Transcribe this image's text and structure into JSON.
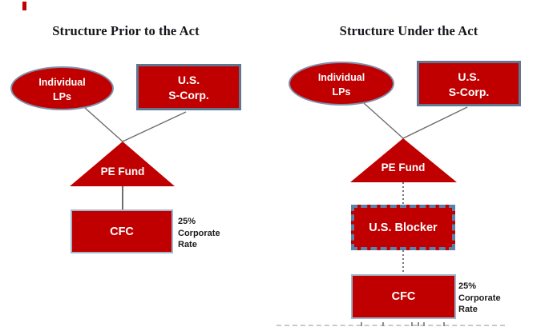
{
  "colors": {
    "shape_fill": "#c00000",
    "ellipse_border": "#7e90ab",
    "scorp_border": "#5f7791",
    "cfc_border": "#9fb6ce",
    "blocker_border": "#5e81a8",
    "connector_line": "#6e6e6e",
    "title_text": "#15151c",
    "note_text": "#1a1a1a"
  },
  "left_panel": {
    "title": "Structure Prior to the Act",
    "individual_lps": {
      "line1": "Individual",
      "line2": "LPs"
    },
    "us_scorp": {
      "line1": "U.S.",
      "line2": "S-Corp."
    },
    "pe_fund": "PE Fund",
    "cfc": "CFC",
    "tax_note": {
      "line1": "25%",
      "line2": "Corporate",
      "line3": "Rate"
    }
  },
  "right_panel": {
    "title": "Structure Under the Act",
    "individual_lps": {
      "line1": "Individual",
      "line2": "LPs"
    },
    "us_scorp": {
      "line1": "U.S.",
      "line2": "S-Corp."
    },
    "pe_fund": "PE Fund",
    "us_blocker": "U.S. Blocker",
    "cfc": "CFC",
    "tax_note": {
      "line1": "25%",
      "line2": "Corporate",
      "line3": "Rate"
    }
  }
}
